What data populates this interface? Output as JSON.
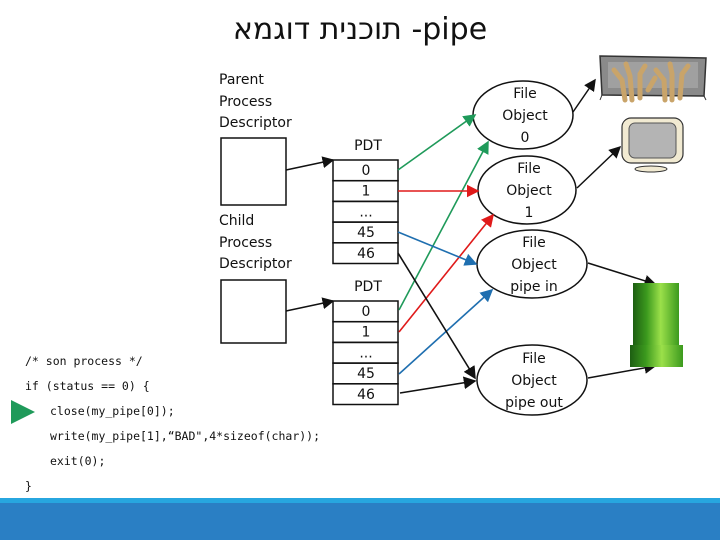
{
  "title": "תוכנית דוגמא -pipe",
  "parent_label": [
    "Parent",
    "Process",
    "Descriptor"
  ],
  "child_label": [
    "Child",
    "Process",
    "Descriptor"
  ],
  "pdt_label": "PDT",
  "pdt_rows": [
    "0",
    "1",
    "...",
    "45",
    "46"
  ],
  "file_objects": [
    [
      "File",
      "Object",
      "0"
    ],
    [
      "File",
      "Object",
      "1"
    ],
    [
      "File",
      "Object",
      "pipe in"
    ],
    [
      "File",
      "Object",
      "pipe out"
    ]
  ],
  "code": [
    "/* son process */",
    "if (status == 0) {",
    "close(my_pipe[0]);",
    "write(my_pipe[1],“BAD\",4*sizeof(char));",
    "exit(0);",
    "}"
  ],
  "colors": {
    "green": "#1f9a5a",
    "red": "#e01a1a",
    "blue": "#1f6fb0",
    "black": "#111111",
    "bar": "#2a7fc4"
  }
}
